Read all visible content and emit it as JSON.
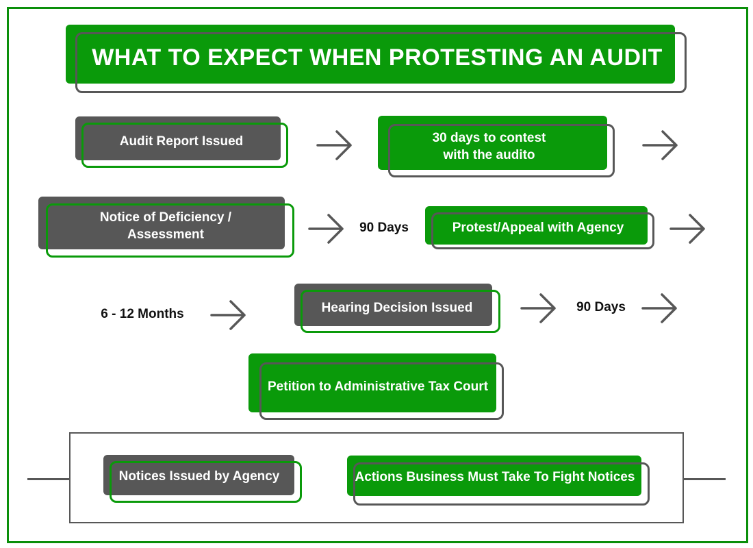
{
  "title": "WHAT TO EXPECT WHEN PROTESTING AN AUDIT",
  "colors": {
    "green": "#0a9a0a",
    "gray": "#575757",
    "border": "#0a8f0a"
  },
  "nodes": {
    "audit_report": "Audit Report Issued",
    "contest": "30 days to contest\nwith the audito",
    "notice_deficiency": "Notice of Deficiency /\nAssessment",
    "protest_appeal": "Protest/Appeal with Agency",
    "hearing_decision": "Hearing Decision Issued",
    "petition": "Petition to Administrative Tax Court"
  },
  "labels": {
    "days_90_row2": "90 Days",
    "months": "6 - 12 Months",
    "days_90_row3": "90 Days"
  },
  "legend": {
    "agency": "Notices Issued by Agency",
    "business": "Actions Business Must Take To Fight Notices"
  },
  "icons": {
    "arrow": "arrow-right-icon"
  }
}
